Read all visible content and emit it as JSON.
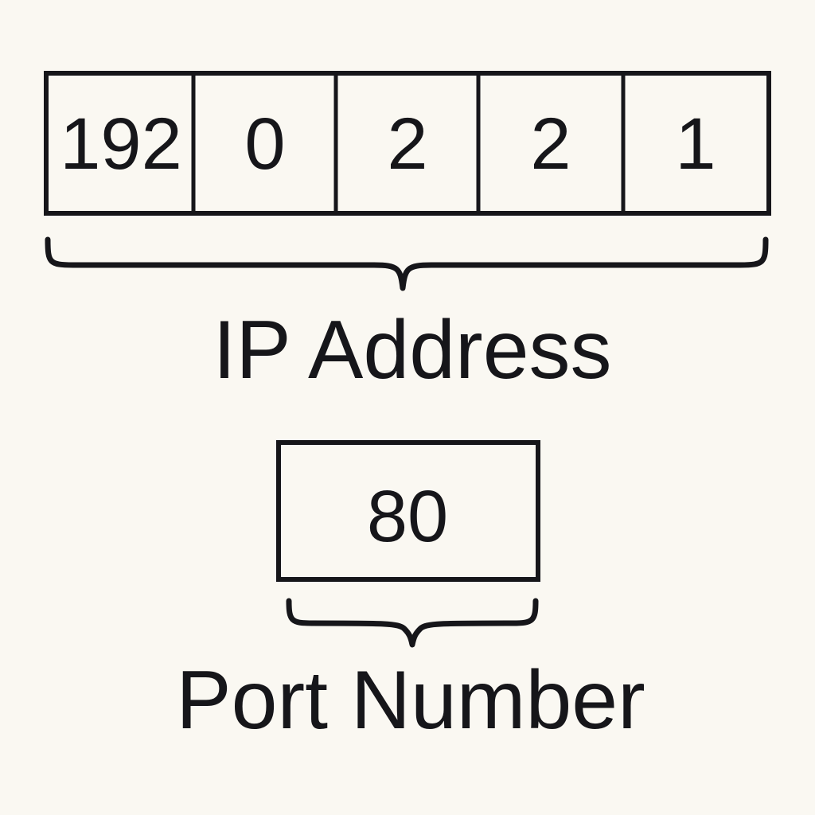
{
  "page": {
    "title": "IP Address and Port Number Diagram",
    "background_color": "#faf8f2",
    "ink_color": "#16161a"
  },
  "ip_row": {
    "name": "ip-address-octet-row",
    "cells": [
      {
        "value": "192",
        "label": "octet-1"
      },
      {
        "value": "0",
        "label": "octet-2"
      },
      {
        "value": "2",
        "label": "octet-3"
      },
      {
        "value": "2",
        "label": "octet-4"
      },
      {
        "value": "1",
        "label": "octet-5"
      }
    ],
    "caption": "IP Address"
  },
  "port_block": {
    "name": "port-number-box",
    "value": "80",
    "caption": "Port Number"
  },
  "braces": {
    "ip_brace_label": "ip-address-brace",
    "port_brace_label": "port-number-brace"
  }
}
